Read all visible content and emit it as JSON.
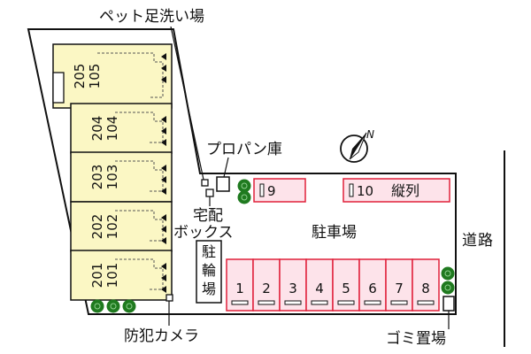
{
  "labels": {
    "pet_wash": "ペット足洗い場",
    "propane": "プロパン庫",
    "delivery_box": [
      "宅配",
      "ボックス"
    ],
    "parking_lot": "駐車場",
    "bicycle": [
      "駐",
      "輪",
      "場"
    ],
    "road": [
      "道",
      "路"
    ],
    "garbage": "ゴミ置場",
    "camera": "防犯カメラ"
  },
  "units": [
    [
      "205",
      "105"
    ],
    [
      "204",
      "104"
    ],
    [
      "203",
      "103"
    ],
    [
      "202",
      "102"
    ],
    [
      "201",
      "101"
    ]
  ],
  "parking_upper": [
    {
      "number": "9",
      "note": ""
    },
    {
      "number": "10",
      "note": "縦列"
    }
  ],
  "parking_lower": [
    "1",
    "2",
    "3",
    "4",
    "5",
    "6",
    "7",
    "8"
  ],
  "colors": {
    "building_fill": "#fbf7c4",
    "parking_fill": "#fde3ea",
    "parking_stroke": "#e0203a",
    "tree": "#1f7a1f",
    "line": "#111111"
  },
  "icons": {
    "north": "north-arrow-icon",
    "tree": "tree-icon",
    "entrance": "entrance-arrow-icon"
  }
}
